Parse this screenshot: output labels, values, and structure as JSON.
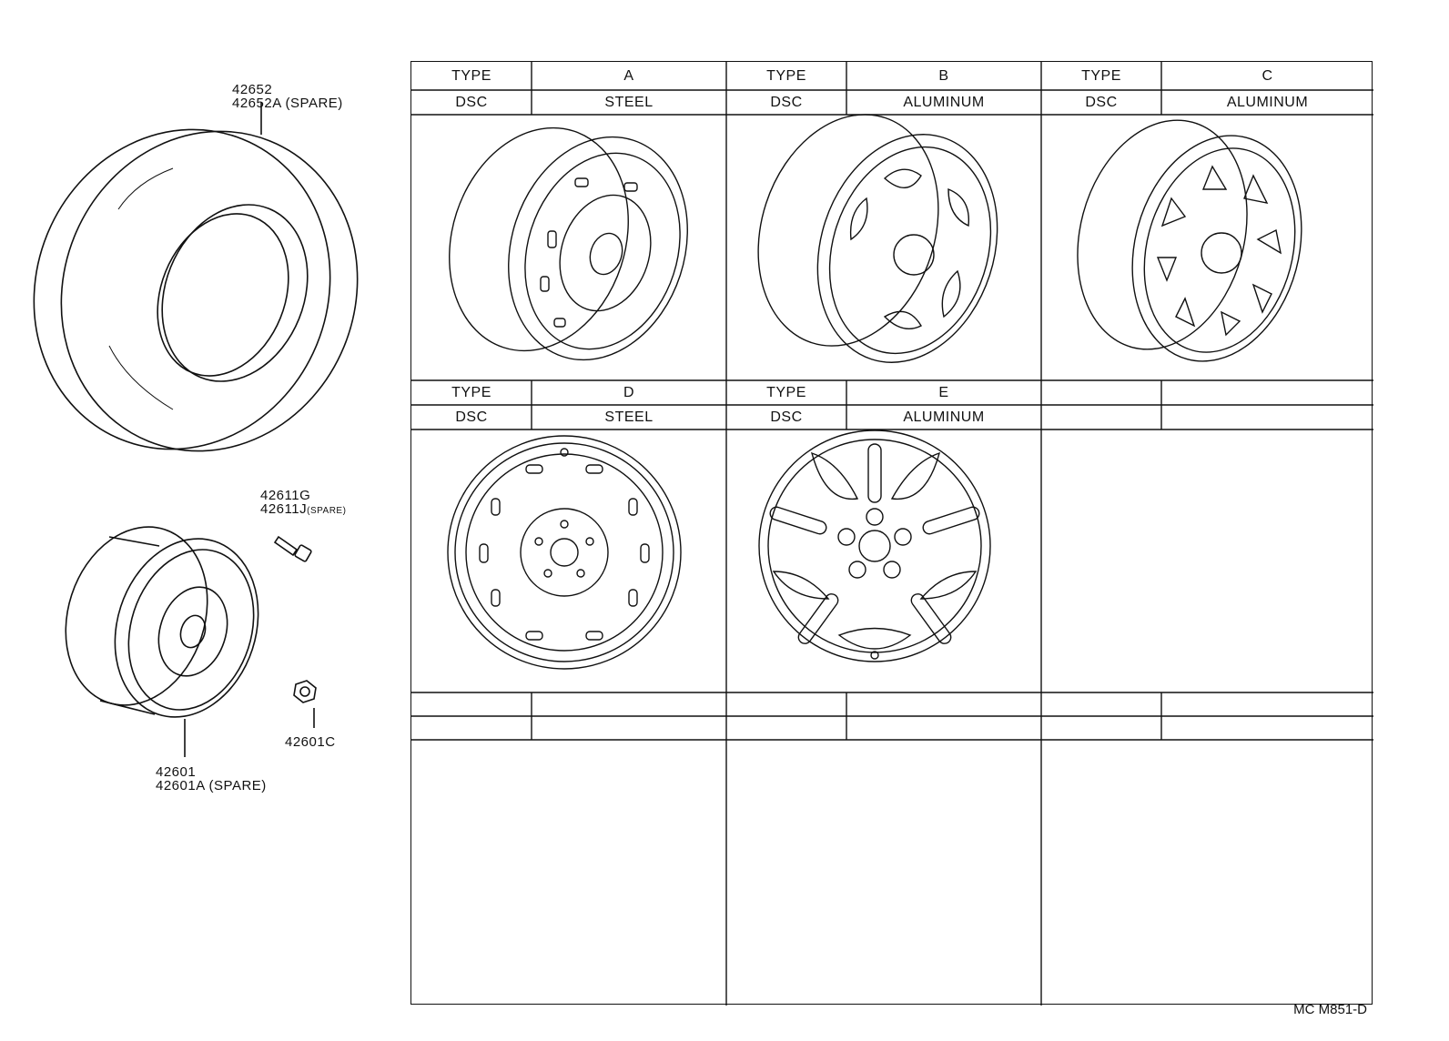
{
  "callouts": {
    "tire_1": "42652",
    "tire_2": "42652A (SPARE)",
    "valve_1": "42611G",
    "valve_2": "42611J",
    "valve_2_suffix": "(SPARE)",
    "wheel_1": "42601",
    "wheel_2": "42601A (SPARE)",
    "nut": "42601C"
  },
  "table": {
    "row1": [
      {
        "type_label": "TYPE",
        "type_value": "A",
        "dsc_label": "DSC",
        "dsc_value": "STEEL"
      },
      {
        "type_label": "TYPE",
        "type_value": "B",
        "dsc_label": "DSC",
        "dsc_value": "ALUMINUM"
      },
      {
        "type_label": "TYPE",
        "type_value": "C",
        "dsc_label": "DSC",
        "dsc_value": "ALUMINUM"
      }
    ],
    "row2": [
      {
        "type_label": "TYPE",
        "type_value": "D",
        "dsc_label": "DSC",
        "dsc_value": "STEEL"
      },
      {
        "type_label": "TYPE",
        "type_value": "E",
        "dsc_label": "DSC",
        "dsc_value": "ALUMINUM"
      },
      {
        "type_label": "",
        "type_value": "",
        "dsc_label": "",
        "dsc_value": ""
      }
    ]
  },
  "diagram_code": "MC M851-D"
}
